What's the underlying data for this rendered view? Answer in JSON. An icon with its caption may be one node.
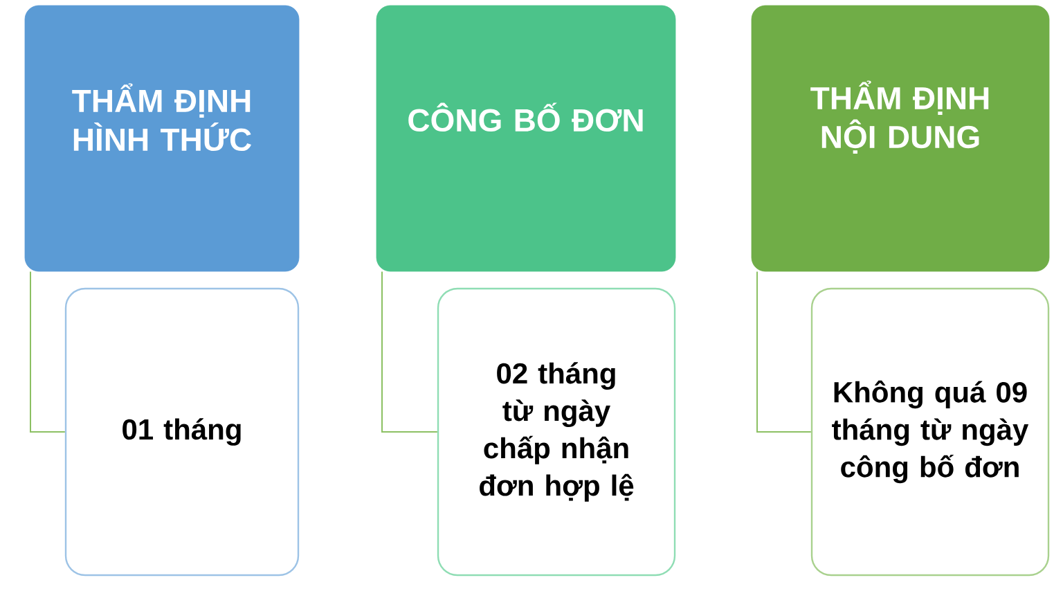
{
  "diagram": {
    "nodes": [
      {
        "text": [
          "THẨM ĐỊNH HÌNH THỨC"
        ]
      },
      {
        "text": [
          "01 tháng"
        ]
      },
      {
        "text": [
          "CÔNG BỐ ĐƠN"
        ]
      },
      {
        "text": [
          "02 tháng từ ngày chấp nhận đơn hợp lệ"
        ]
      },
      {
        "text": [
          "THẨM ĐỊNH NỘI DUNG"
        ]
      },
      {
        "text": [
          "Không quá 09 tháng từ ngày công bố đơn"
        ]
      }
    ],
    "edges": [
      {
        "from": 0,
        "to": 1,
        "arrow": "none"
      },
      {
        "from": 2,
        "to": 3,
        "arrow": "none"
      },
      {
        "from": 4,
        "to": 5,
        "arrow": "none"
      }
    ]
  }
}
